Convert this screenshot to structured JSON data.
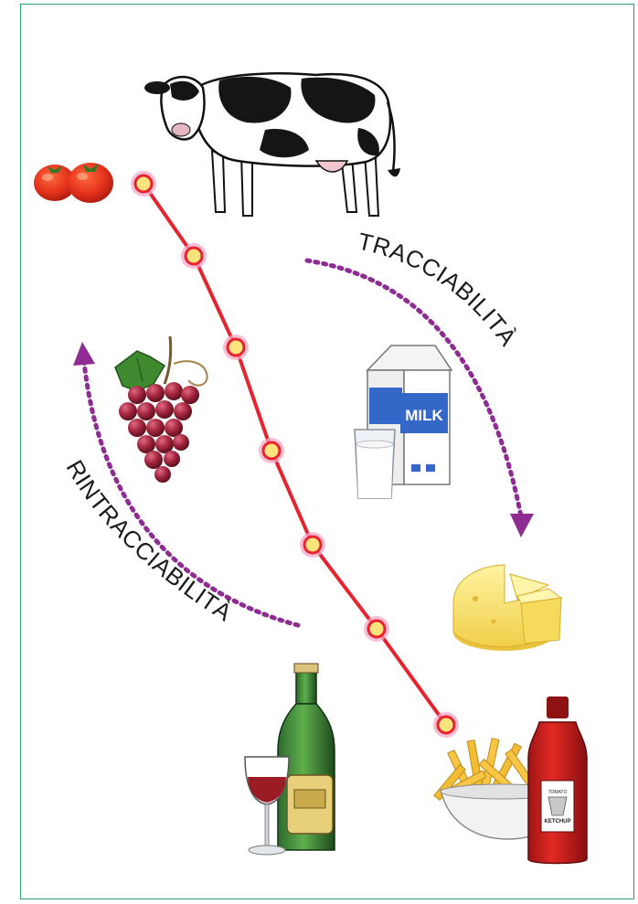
{
  "labels": {
    "forward": "TRACCIABILITÀ",
    "backward": "RINTRACCIABILITÀ",
    "milk_carton": "MILK",
    "ketchup_top": "TOMATO",
    "ketchup_bottom": "KETCHUP"
  },
  "chain": {
    "node_count": 7,
    "line_color": "#e8232d",
    "node_fill": "#fbe37e",
    "node_ring": "#f4a6c8"
  },
  "arrows": {
    "color": "#8e2c93"
  },
  "icons": {
    "top_center": "cow-icon",
    "top_left": "tomatoes-icon",
    "left": "grapes-icon",
    "right_middle": "milk-carton-and-glass-icon",
    "right": "cheese-wheel-icon",
    "bottom_left": "wine-bottle-and-glass-icon",
    "bottom_right": "fries-and-ketchup-icon"
  }
}
